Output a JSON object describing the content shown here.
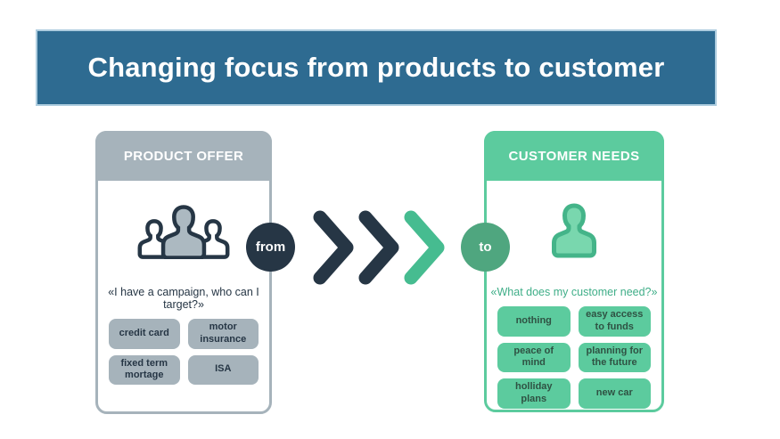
{
  "title": {
    "text": "Changing focus from products to customer"
  },
  "left_panel": {
    "header": "PRODUCT OFFER",
    "icon": "people-group-icon",
    "quote": "«I have a campaign, who can I target?»",
    "buttons": [
      "credit card",
      "motor insurance",
      "fixed term mortage",
      "ISA"
    ]
  },
  "right_panel": {
    "header": "CUSTOMER NEEDS",
    "icon": "person-icon",
    "quote": "«What does my customer need?»",
    "buttons": [
      "nothing",
      "easy access to funds",
      "peace of mind",
      "planning for the future",
      "holliday plans",
      "new car"
    ]
  },
  "connector": {
    "from_label": "from",
    "to_label": "to",
    "chevron_count": 3
  },
  "colors": {
    "page_bg": "#FFFFFF",
    "title_bg": "#2E6B91",
    "title_border": "#AECDDF",
    "title_text": "#FFFFFF",
    "gray": "#A6B3BB",
    "navy": "#263645",
    "green": "#5CCB9E",
    "green_dark": "#2F5243",
    "green_quote": "#3FAE88",
    "to_circle": "#4FA67F",
    "chevron_green": "#46BC90",
    "person_fill": "#79D7AE",
    "person_stroke": "#44B489",
    "group_center_fill": "#ACB9C1"
  }
}
